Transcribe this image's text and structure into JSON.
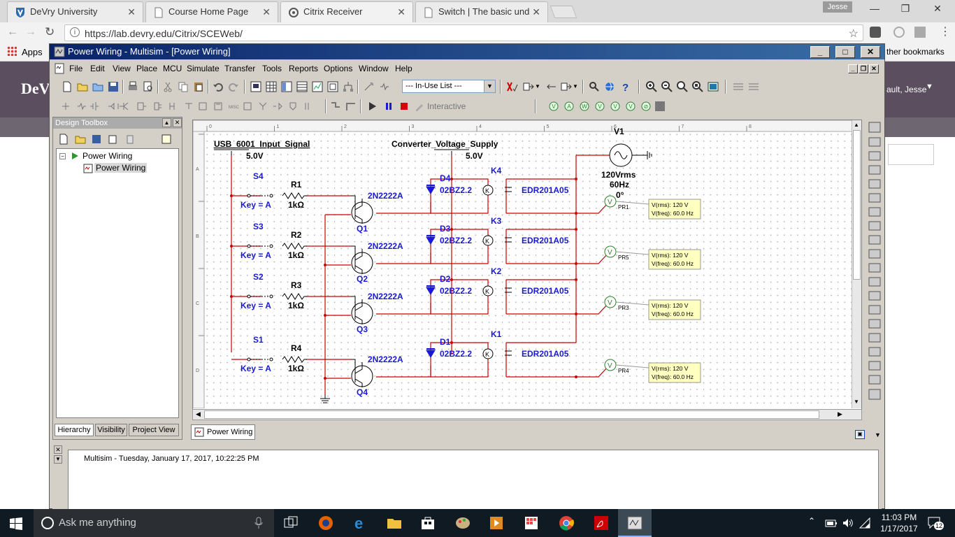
{
  "browser": {
    "tabs": [
      {
        "title": "DeVry University",
        "active": false
      },
      {
        "title": "Course Home Page",
        "active": false
      },
      {
        "title": "Citrix Receiver",
        "active": true
      },
      {
        "title": "Switch | The basic unders",
        "active": false
      }
    ],
    "profile": "Jesse",
    "url": "https://lab.devry.edu/Citrix/SCEWeb/",
    "apps_label": "Apps",
    "other_bookmarks": "ther bookmarks",
    "page_logo": "DeVi",
    "page_user": "ault, Jesse"
  },
  "multisim": {
    "window_title": "Power Wiring - Multisim - [Power Wiring]",
    "menus": [
      "File",
      "Edit",
      "View",
      "Place",
      "MCU",
      "Simulate",
      "Transfer",
      "Tools",
      "Reports",
      "Options",
      "Window",
      "Help"
    ],
    "in_use_list": "--- In-Use List ---",
    "interactive_label": "Interactive",
    "toolbox": {
      "title": "Design Toolbox",
      "tree_root": "Power Wiring",
      "tree_child": "Power Wiring",
      "tabs": [
        "Hierarchy",
        "Visibility",
        "Project View"
      ]
    },
    "sheet_tab": "Power Wiring",
    "output_message": "Multisim  -  Tuesday, January 17, 2017, 10:22:25 PM",
    "ruler_numbers": [
      "0",
      "1",
      "2",
      "3",
      "4",
      "5",
      "6",
      "7",
      "8"
    ],
    "ruler_letters": [
      "A",
      "B",
      "C",
      "D"
    ],
    "schematic": {
      "input_signal_label": "USB_6001_Input_Signal",
      "input_voltage": "5.0V",
      "supply_label": "Converter_Voltage_Supply",
      "supply_voltage": "5.0V",
      "source_name": "V1",
      "source_rms": "120Vrms",
      "source_freq": "60Hz",
      "source_phase": "0°",
      "channels": [
        {
          "switch": "S4",
          "key": "Key = A",
          "resistor": "R1",
          "r_value": "1kΩ",
          "transistor": "Q1",
          "t_model": "2N2222A",
          "diode": "D4",
          "d_model": "02BZ2.2",
          "relay": "K4",
          "relay_model": "EDR201A05",
          "probe": "PR1",
          "vrms": "V(rms): 120 V",
          "vfreq": "V(freq): 60.0 Hz"
        },
        {
          "switch": "S3",
          "key": "Key = A",
          "resistor": "R2",
          "r_value": "1kΩ",
          "transistor": "Q2",
          "t_model": "2N2222A",
          "diode": "D3",
          "d_model": "02BZ2.2",
          "relay": "K3",
          "relay_model": "EDR201A05",
          "probe": "PR5",
          "vrms": "V(rms): 120 V",
          "vfreq": "V(freq): 60.0 Hz"
        },
        {
          "switch": "S2",
          "key": "Key = A",
          "resistor": "R3",
          "r_value": "1kΩ",
          "transistor": "Q3",
          "t_model": "2N2222A",
          "diode": "D2",
          "d_model": "02BZ2.2",
          "relay": "K2",
          "relay_model": "EDR201A05",
          "probe": "PR3",
          "vrms": "V(rms): 120 V",
          "vfreq": "V(freq): 60.0 Hz"
        },
        {
          "switch": "S1",
          "key": "Key = A",
          "resistor": "R4",
          "r_value": "1kΩ",
          "transistor": "Q4",
          "t_model": "2N2222A",
          "diode": "D1",
          "d_model": "02BZ2.2",
          "relay": "K1",
          "relay_model": "EDR201A05",
          "probe": "PR4",
          "vrms": "V(rms): 120 V",
          "vfreq": "V(freq): 60.0 Hz"
        }
      ]
    }
  },
  "taskbar": {
    "search_placeholder": "Ask me anything",
    "time": "11:03 PM",
    "date": "1/17/2017",
    "notifications": "12"
  },
  "colors": {
    "wire_red": "#cc0000",
    "component_blue": "#1a1ad6",
    "probe_green": "#2f7f2f",
    "probe_label_bg": "#ffffc0",
    "title_bar": "#0a246a"
  }
}
